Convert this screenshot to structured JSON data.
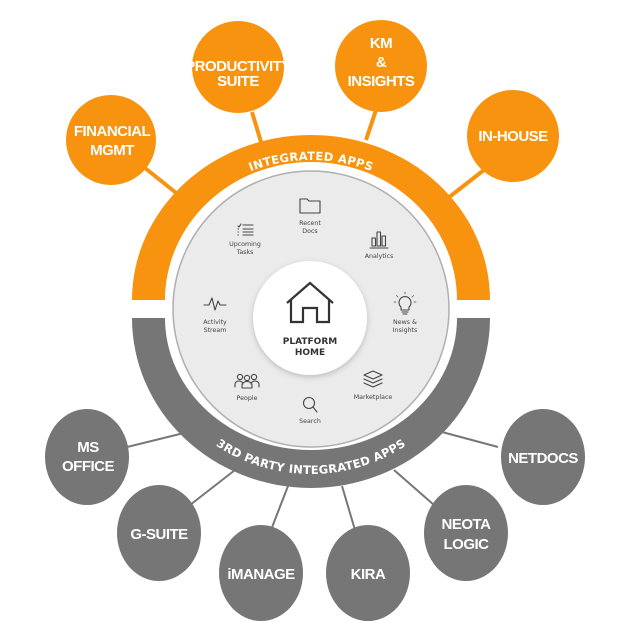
{
  "diagram": {
    "center": {
      "line1": "PLATFORM",
      "line2": "HOME"
    },
    "top_ring_label": "INTEGRATED APPS",
    "bottom_ring_label": "3RD PARTY INTEGRATED APPS",
    "modules": {
      "recent_docs": {
        "line1": "Recent",
        "line2": "Docs"
      },
      "upcoming_tasks": {
        "line1": "Upcoming",
        "line2": "Tasks"
      },
      "analytics": {
        "line1": "Analytics"
      },
      "activity_stream": {
        "line1": "Activity",
        "line2": "Stream"
      },
      "news_insights": {
        "line1": "News &",
        "line2": "Insights"
      },
      "people": {
        "line1": "People"
      },
      "search": {
        "line1": "Search"
      },
      "marketplace": {
        "line1": "Marketplace"
      }
    },
    "integrated_apps": {
      "financial": {
        "line1": "FINANCIAL",
        "line2": "MGMT"
      },
      "productivity": {
        "line1": "PRODUCTIVITY",
        "line2": "SUITE"
      },
      "km": {
        "line1": "KM",
        "line2": "&",
        "line3": "INSIGHTS"
      },
      "inhouse": {
        "line1": "IN-HOUSE"
      }
    },
    "third_party_apps": {
      "msoffice": {
        "line1": "MS",
        "line2": "OFFICE"
      },
      "gsuite": {
        "line1": "G-SUITE"
      },
      "imanage": {
        "line1": "iMANAGE"
      },
      "kira": {
        "line1": "KIRA"
      },
      "neota": {
        "line1": "NEOTA",
        "line2": "LOGIC"
      },
      "netdocs": {
        "line1": "NETDOCS"
      }
    },
    "colors": {
      "orange": "#F7930F",
      "gray": "#767676",
      "disc": "#EBEBEB"
    }
  }
}
